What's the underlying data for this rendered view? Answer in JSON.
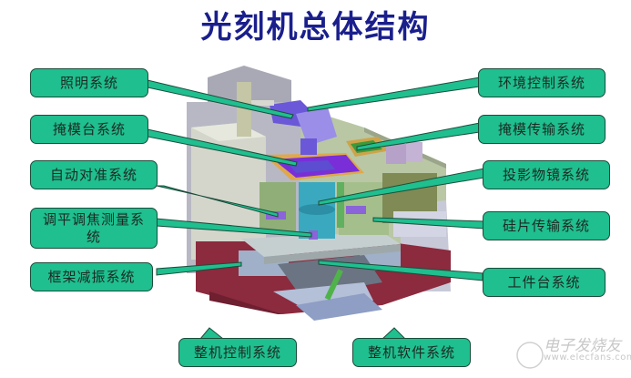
{
  "title": "光刻机总体结构",
  "colors": {
    "title": "#1a1f8c",
    "callout_fill": "#1fbf8f",
    "callout_border": "#1b4d3a",
    "frame_base": "#8c2a3e"
  },
  "callouts_left": [
    {
      "label": "照明系统"
    },
    {
      "label": "掩模台系统"
    },
    {
      "label": "自动对准系统"
    },
    {
      "label": "调平调焦测量系统"
    },
    {
      "label": "框架减振系统"
    }
  ],
  "callouts_right": [
    {
      "label": "环境控制系统"
    },
    {
      "label": "掩模传输系统"
    },
    {
      "label": "投影物镜系统"
    },
    {
      "label": "硅片传输系统"
    },
    {
      "label": "工件台系统"
    }
  ],
  "callouts_bottom": [
    {
      "label": "整机控制系统"
    },
    {
      "label": "整机软件系统"
    }
  ],
  "watermark": {
    "name": "电子发烧友",
    "url": "www.elecfans.com"
  }
}
